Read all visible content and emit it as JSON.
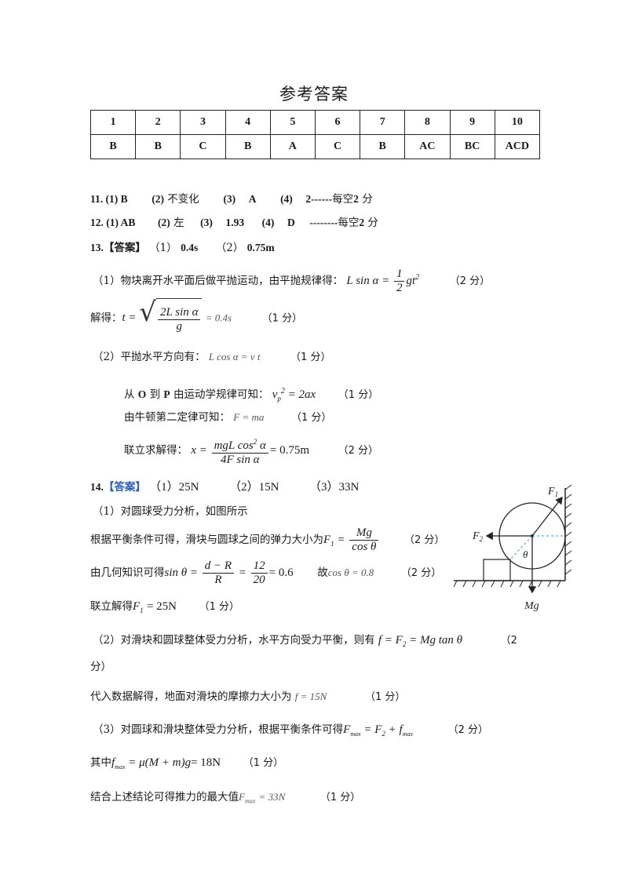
{
  "title": "参考答案",
  "answer_table": {
    "numbers": [
      "1",
      "2",
      "3",
      "4",
      "5",
      "6",
      "7",
      "8",
      "9",
      "10"
    ],
    "answers": [
      "B",
      "B",
      "C",
      "B",
      "A",
      "C",
      "B",
      "AC",
      "BC",
      "ACD"
    ]
  },
  "q11": {
    "prefix": "11. (1) B",
    "p2": "(2)",
    "p2_text": "不变化",
    "p3": "(3)",
    "p3_text": "A",
    "p4": "(4)",
    "p4_text": "2------",
    "score_note": "每空",
    "score_num": "2",
    "score_unit": "分"
  },
  "q12": {
    "prefix": "12. (1) AB",
    "p2": "(2)",
    "p2_text": "左",
    "p3": "(3)",
    "p3_text": "1.93",
    "p4": "(4)",
    "p4_text": "D",
    "dashes": "--------",
    "score_note": "每空",
    "score_num": "2",
    "score_unit": "分"
  },
  "q13": {
    "header_num": "13.",
    "header_tag": "【答案】",
    "a1_label": "（1）",
    "a1": "0.4s",
    "a2_label": "（2）",
    "a2": "0.75m",
    "line1_text": "（1）物块离开水平面后做平抛运动，由平抛规律得：",
    "line1_score": "（2 分）",
    "line2_text": "解得：",
    "line2_result": "= 0.4s",
    "line2_score": "（1 分）",
    "line3_text": "（2）平抛水平方向有：",
    "line3_eq": "L cos  α = v t",
    "line3_score": "（1 分）",
    "line4_text_a": "从",
    "line4_o": "O",
    "line4_text_b": "到",
    "line4_p": "P",
    "line4_text_c": "由运动学规律可知：",
    "line4_score": "（1 分）",
    "line5_text": "由牛顿第二定律可知：",
    "line5_eq": "F = ma",
    "line5_score": "（1 分）",
    "line6_text": "联立求解得：",
    "line6_result": "= 0.75m",
    "line6_score": "（2 分）"
  },
  "q14": {
    "header_num": "14.",
    "header_tag": "【答案】",
    "a1": "（1）25N",
    "a2": "（2）15N",
    "a3": "（3）33N",
    "line1": "（1）对圆球受力分析，如图所示",
    "line2_text": "根据平衡条件可得，滑块与圆球之间的弹力大小为",
    "line2_score": "（2 分）",
    "line3_text": "由几何知识可得",
    "line3_eq_tail": "= 0.6",
    "line3_mid": "故",
    "line3_cos": "cos θ = 0.8",
    "line3_score": "（2 分）",
    "line4_text": "联立解得",
    "line4_eq": "= 25N",
    "line4_score": "（1 分）",
    "line5_text": "（2）对滑块和圆球整体受力分析，水平方向受力平衡，则有",
    "line5_score_a": "（2",
    "line5_score_b": "分）",
    "line6_text": "代入数据解得，地面对滑块的摩擦力大小为",
    "line6_eq": "f = 15N",
    "line6_score": "（1 分）",
    "line7_text": "（3）对圆球和滑块整体受力分析，根据平衡条件可得",
    "line7_score": "（2 分）",
    "line8_text": "其中",
    "line8_eq": "= 18N",
    "line8_score": "（1 分）",
    "line9_text": "结合上述结论可得推力的最大值",
    "line9_eq": "= 33N",
    "line9_score": "（1 分）"
  },
  "diagram": {
    "label_f1": "F",
    "label_f1_sub": "1",
    "label_f2": "F",
    "label_f2_sub": "2",
    "label_theta": "θ",
    "label_mg": "Mg",
    "colors": {
      "line": "#222222",
      "dashed": "#5aaee0"
    }
  }
}
